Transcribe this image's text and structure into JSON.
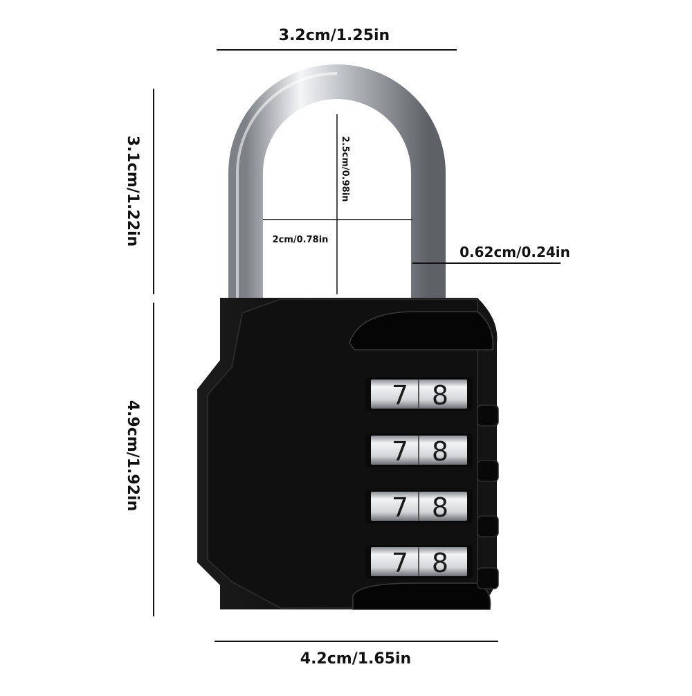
{
  "dimensions": {
    "shackle_width": "3.2cm/1.25in",
    "shackle_height": "3.1cm/1.22in",
    "body_height": "4.9cm/1.92in",
    "inner_height": "2.5cm/0.98in",
    "inner_width": "2cm/0.78in",
    "shackle_diameter": "0.62cm/0.24in",
    "body_width": "4.2cm/1.65in"
  },
  "dials": [
    {
      "left": "7",
      "right": "8"
    },
    {
      "left": "7",
      "right": "8"
    },
    {
      "left": "7",
      "right": "8"
    },
    {
      "left": "7",
      "right": "8"
    }
  ],
  "colors": {
    "lock_body": "#0c0c0c",
    "shackle": "#c9ccd0",
    "dial": "#d8dadd"
  }
}
